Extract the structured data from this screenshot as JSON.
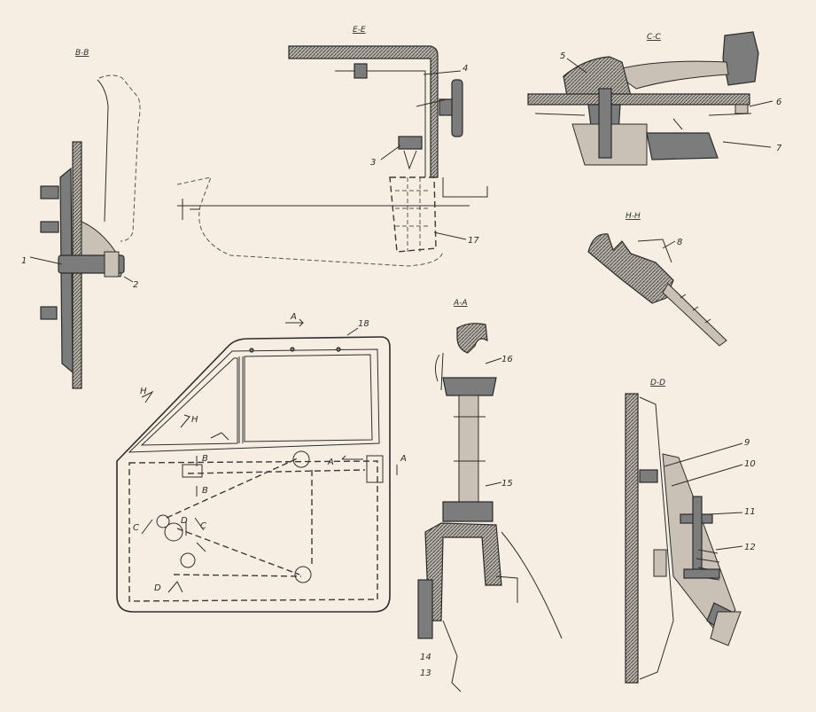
{
  "sections": {
    "bb": "B-B",
    "ee": "E-E",
    "cc": "C-C",
    "hh": "H-H",
    "aa": "A-A",
    "dd": "D-D"
  },
  "markers": {
    "a": "A",
    "b": "B",
    "c": "C",
    "d": "D",
    "h": "H"
  },
  "callouts": {
    "n1": "1",
    "n2": "2",
    "n3": "3",
    "n4": "4",
    "n5": "5",
    "n6": "6",
    "n7": "7",
    "n8": "8",
    "n9": "9",
    "n10": "10",
    "n11": "11",
    "n12": "12",
    "n13": "13",
    "n14": "14",
    "n15": "15",
    "n16": "16",
    "n17": "17",
    "n18": "18"
  },
  "colors": {
    "paper": "#f6eee2",
    "ink": "#2e2e2e",
    "hatch": "#8a8a8a"
  }
}
